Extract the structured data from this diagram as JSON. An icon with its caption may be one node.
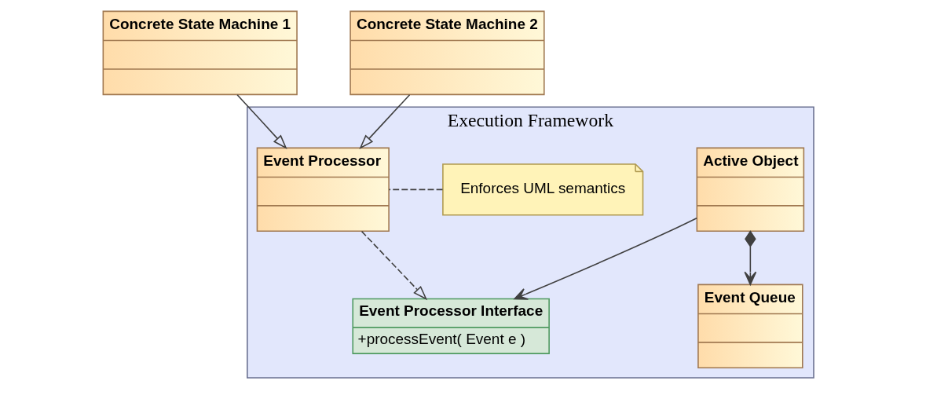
{
  "diagram": {
    "nodes": [
      {
        "text": [
          "Execution Framework"
        ]
      },
      {
        "text": [
          "Event Processor Interface",
          "+processEvent( Event e )"
        ],
        "in": 0
      },
      {
        "text": [
          "Active Object"
        ],
        "in": 0
      },
      {
        "text": [
          "Event Queue"
        ],
        "in": 0
      },
      {
        "text": [
          "Enforces UML semantics"
        ],
        "in": 0
      },
      {
        "text": [
          "Event Processor"
        ],
        "in": 0
      },
      {
        "text": [
          "Concrete State Machine 1"
        ]
      },
      {
        "text": [
          "Concrete State Machine 2"
        ]
      }
    ],
    "edges": [
      {
        "from": 2,
        "to": 1,
        "arrow": "to"
      },
      {
        "from": 2,
        "to": 3,
        "arrow": "to"
      },
      {
        "from": 5,
        "to": 1,
        "arrow": "to",
        "style": "dashed"
      },
      {
        "from": 4,
        "to": 5,
        "arrow": "none",
        "style": "dashed"
      },
      {
        "from": 6,
        "to": 5,
        "arrow": "to"
      },
      {
        "from": 7,
        "to": 5,
        "arrow": "to"
      }
    ]
  }
}
